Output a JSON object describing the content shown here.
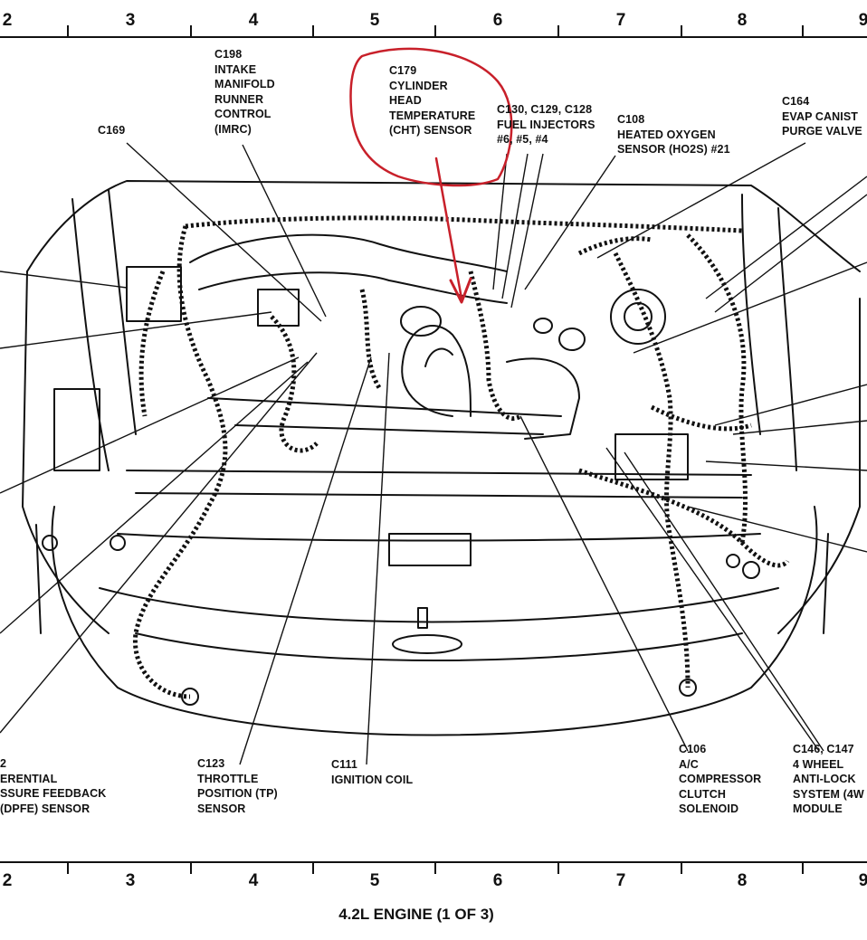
{
  "ruler": {
    "zones": [
      "2",
      "3",
      "4",
      "5",
      "6",
      "7",
      "8",
      "9"
    ]
  },
  "callouts": {
    "c198": {
      "text": "C198\nINTAKE\nMANIFOLD\nRUNNER\nCONTROL\n(IMRC)"
    },
    "c179": {
      "text": "C179\nCYLINDER\nHEAD\nTEMPERATURE\n(CHT) SENSOR"
    },
    "c169": {
      "text": "C169"
    },
    "c130": {
      "text": "C130, C129, C128\nFUEL INJECTORS\n#6, #5, #4"
    },
    "c108": {
      "text": "C108\nHEATED OXYGEN\nSENSOR (HO2S) #21"
    },
    "c164": {
      "text": "C164\nEVAP CANIST\nPURGE VALVE"
    },
    "dpfe": {
      "text": "2\nERENTIAL\nSSURE FEEDBACK\n(DPFE) SENSOR"
    },
    "c123": {
      "text": "C123\nTHROTTLE\nPOSITION (TP)\nSENSOR"
    },
    "c111": {
      "text": "C111\nIGNITION COIL"
    },
    "c106": {
      "text": "C106\nA/C\nCOMPRESSOR\nCLUTCH\nSOLENOID"
    },
    "c146": {
      "text": "C146, C147\n4 WHEEL\nANTI-LOCK\nSYSTEM (4W\nMODULE"
    }
  },
  "footer": {
    "title": "4.2L ENGINE (1 OF 3)"
  },
  "colors": {
    "ink": "#111111",
    "highlight": "#c8202a"
  }
}
